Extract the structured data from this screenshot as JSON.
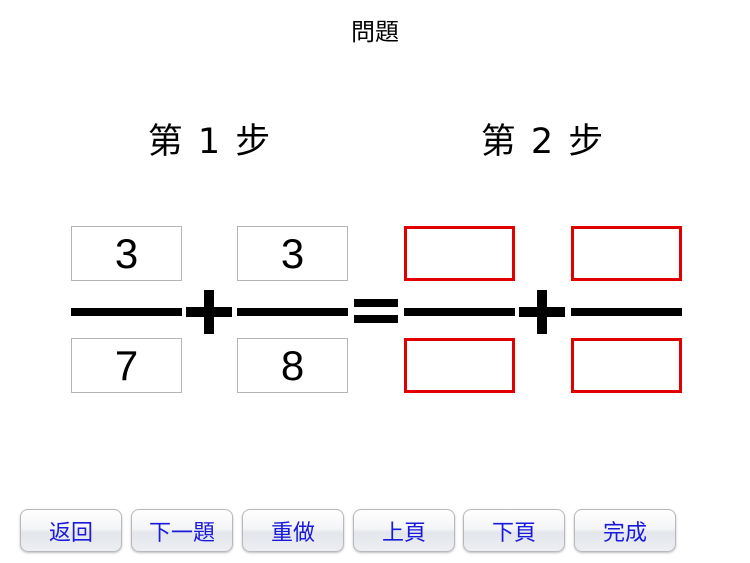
{
  "header": {
    "title": "問題"
  },
  "steps": [
    {
      "label": "第 1 步"
    },
    {
      "label": "第 2 步"
    }
  ],
  "equation": {
    "step1": {
      "fraction1": {
        "numerator": "3",
        "denominator": "7"
      },
      "operator": "+",
      "fraction2": {
        "numerator": "3",
        "denominator": "8"
      }
    },
    "equals": "=",
    "step2": {
      "fraction1": {
        "numerator": "",
        "denominator": ""
      },
      "operator": "+",
      "fraction2": {
        "numerator": "",
        "denominator": ""
      }
    }
  },
  "colors": {
    "answer_box_border": "#e00000",
    "given_box_border": "#b5b5b5",
    "button_text": "#1a1adb"
  },
  "toolbar": {
    "buttons": [
      {
        "label": "返回"
      },
      {
        "label": "下一題"
      },
      {
        "label": "重做"
      },
      {
        "label": "上頁"
      },
      {
        "label": "下頁"
      },
      {
        "label": "完成"
      }
    ]
  }
}
